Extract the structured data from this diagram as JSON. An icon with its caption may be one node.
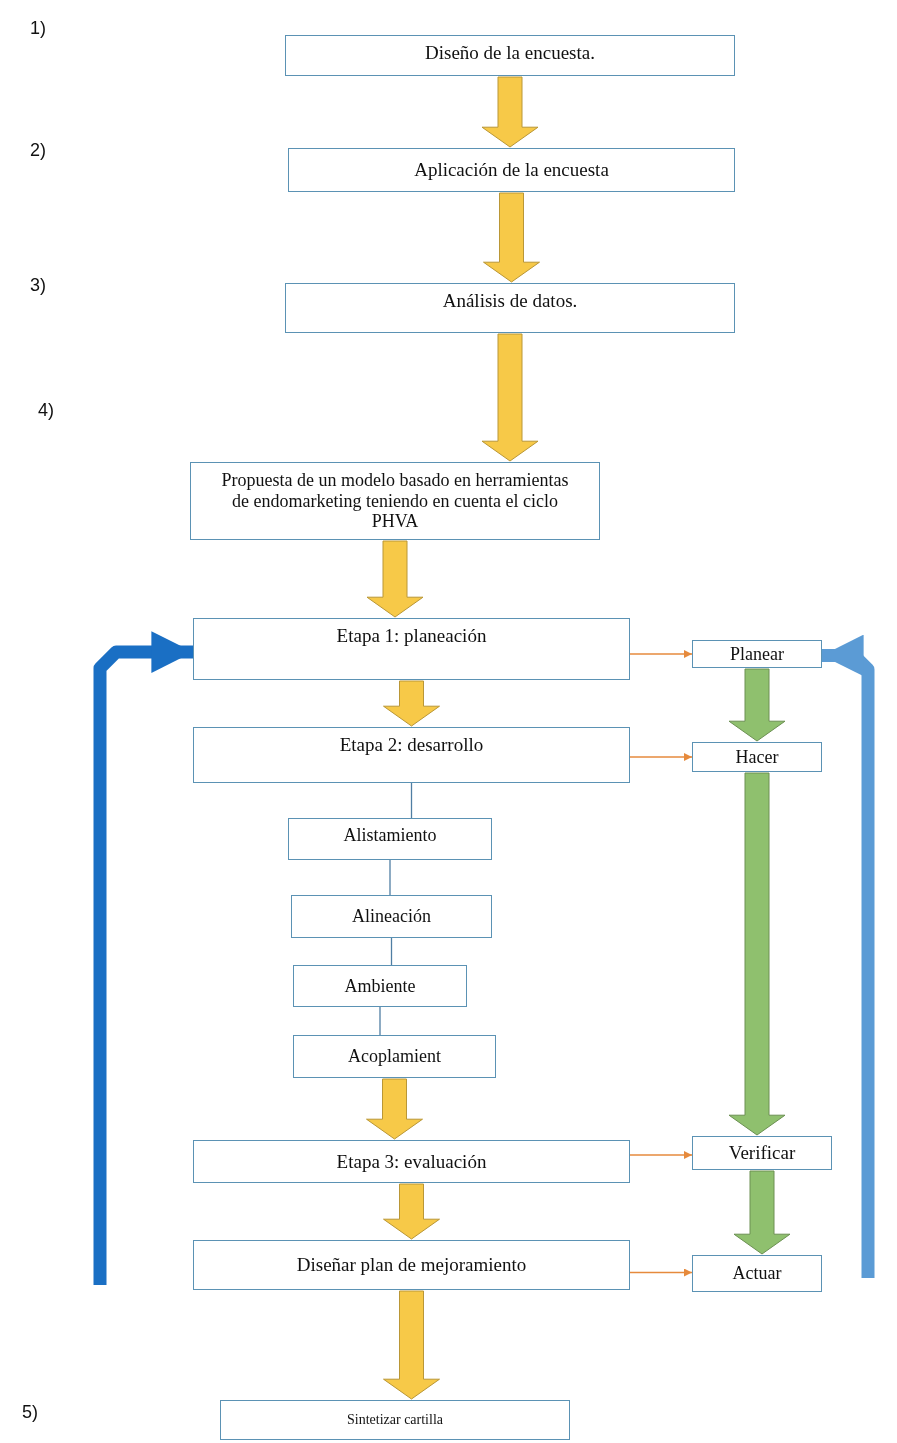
{
  "diagram": {
    "nodes": [
      {
        "text": [
          "Diseño de la encuesta."
        ]
      },
      {
        "text": [
          "Aplicación de la encuesta"
        ]
      },
      {
        "text": [
          "Análisis de datos."
        ]
      },
      {
        "text": [
          "Propuesta de un modelo basado en herramientas de endomarketing teniendo en cuenta el ciclo PHVA"
        ]
      },
      {
        "text": [
          "Etapa 1:  planeación"
        ]
      },
      {
        "text": [
          "Planear"
        ]
      },
      {
        "text": [
          "Etapa 2: desarrollo"
        ]
      },
      {
        "text": [
          "Hacer"
        ]
      },
      {
        "text": [
          "Alistamiento"
        ]
      },
      {
        "text": [
          "Alineación"
        ]
      },
      {
        "text": [
          "Ambiente"
        ]
      },
      {
        "text": [
          "Acoplamient"
        ]
      },
      {
        "text": [
          "Etapa 3: evaluación"
        ]
      },
      {
        "text": [
          "Verificar"
        ]
      },
      {
        "text": [
          "Diseñar plan de mejoramiento"
        ]
      },
      {
        "text": [
          "Actuar"
        ]
      },
      {
        "text": [
          "Sintetizar cartilla"
        ]
      }
    ],
    "edges": [
      {
        "from": 0,
        "to": 1,
        "arrow": "to",
        "style": "thick",
        "color": "#f7c948"
      },
      {
        "from": 1,
        "to": 2,
        "arrow": "to",
        "style": "thick",
        "color": "#f7c948"
      },
      {
        "from": 2,
        "to": 3,
        "arrow": "to",
        "style": "thick",
        "color": "#f7c948"
      },
      {
        "from": 3,
        "to": 4,
        "arrow": "to",
        "style": "thick",
        "color": "#f7c948"
      },
      {
        "from": 4,
        "to": 6,
        "arrow": "to",
        "style": "thick",
        "color": "#f7c948"
      },
      {
        "from": 4,
        "to": 5,
        "arrow": "to",
        "color": "#e68a3c"
      },
      {
        "from": 5,
        "to": 7,
        "arrow": "to",
        "style": "thick",
        "color": "#8fc06e"
      },
      {
        "from": 6,
        "to": 7,
        "arrow": "to",
        "color": "#e68a3c"
      },
      {
        "from": 6,
        "to": 8,
        "arrow": "none",
        "color": "#4f7ea3"
      },
      {
        "from": 8,
        "to": 9,
        "arrow": "none",
        "color": "#4f7ea3"
      },
      {
        "from": 9,
        "to": 10,
        "arrow": "none",
        "color": "#4f7ea3"
      },
      {
        "from": 10,
        "to": 11,
        "arrow": "none",
        "color": "#4f7ea3"
      },
      {
        "from": 7,
        "to": 13,
        "arrow": "to",
        "style": "thick",
        "color": "#8fc06e"
      },
      {
        "from": 11,
        "to": 12,
        "arrow": "to",
        "style": "thick",
        "color": "#f7c948"
      },
      {
        "from": 12,
        "to": 13,
        "arrow": "to",
        "color": "#e68a3c"
      },
      {
        "from": 12,
        "to": 14,
        "arrow": "to",
        "style": "thick",
        "color": "#f7c948"
      },
      {
        "from": 13,
        "to": 15,
        "arrow": "to",
        "style": "thick",
        "color": "#8fc06e"
      },
      {
        "from": 14,
        "to": 15,
        "arrow": "to",
        "color": "#e68a3c"
      },
      {
        "from": 14,
        "to": 16,
        "arrow": "to",
        "style": "thick",
        "color": "#f7c948"
      },
      {
        "from": null,
        "to": 4,
        "arrow": "to",
        "style": "thick",
        "color": "#1a6fc4"
      },
      {
        "from": null,
        "to": 5,
        "arrow": "to",
        "style": "thick",
        "color": "#5b9bd5"
      }
    ],
    "labels": [
      "1)",
      "2)",
      "3)",
      "4)",
      "5)"
    ]
  }
}
